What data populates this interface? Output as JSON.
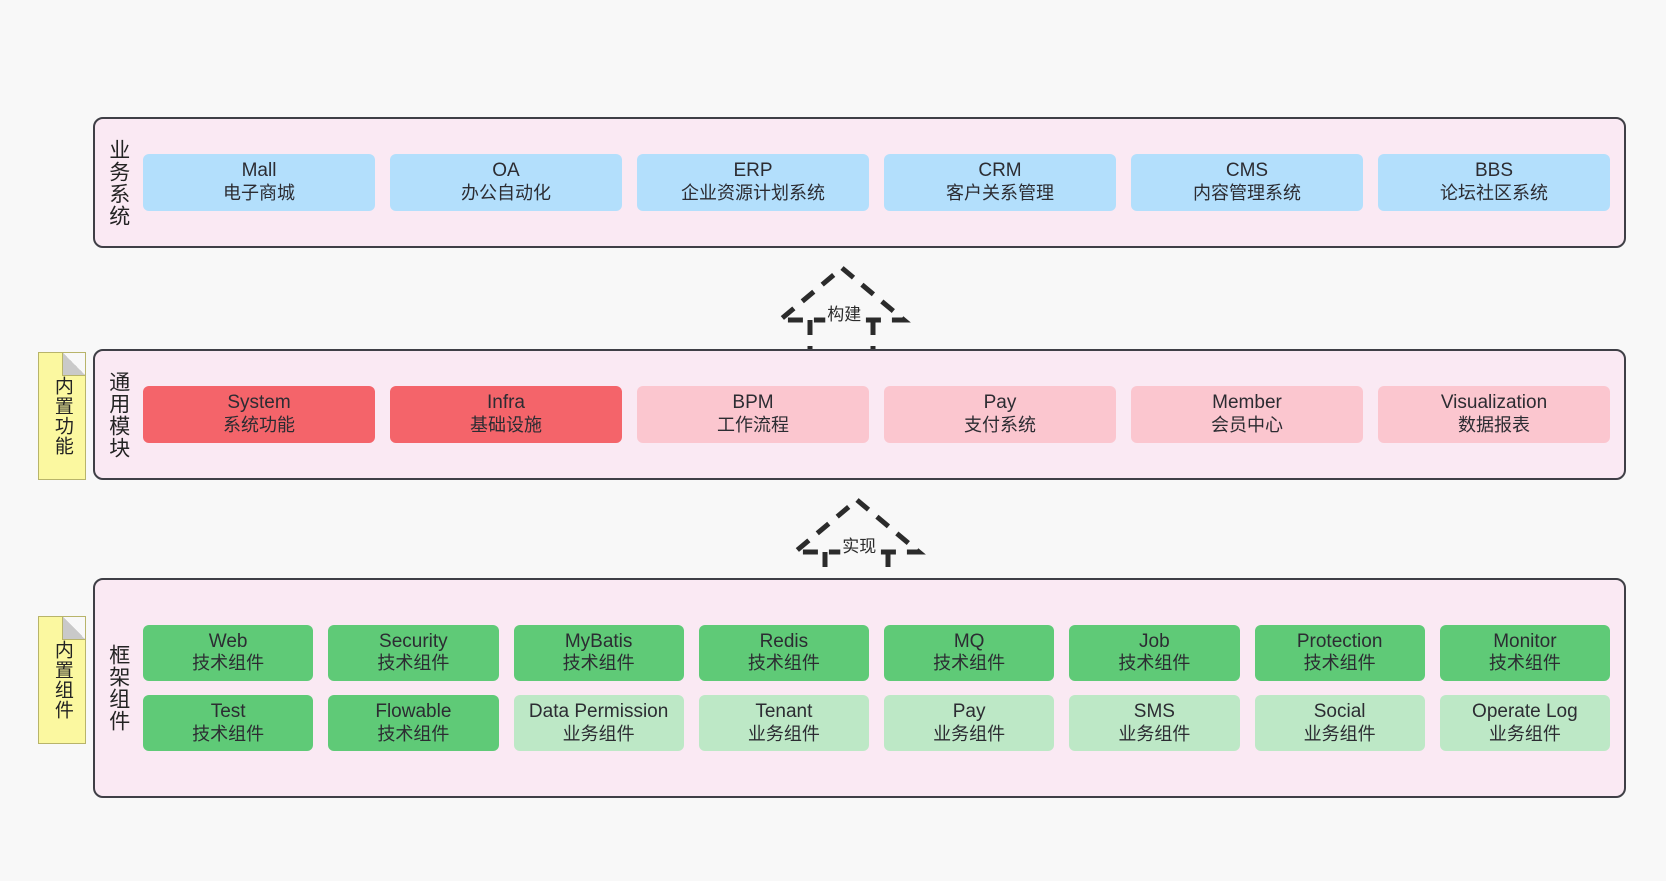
{
  "layers": [
    {
      "id": "business-systems",
      "label": "业务系统",
      "color": "#b3dffc",
      "rows": [
        [
          {
            "name": "Mall",
            "desc": "电子商城",
            "style": "c-blue"
          },
          {
            "name": "OA",
            "desc": "办公自动化",
            "style": "c-blue"
          },
          {
            "name": "ERP",
            "desc": "企业资源计划系统",
            "style": "c-blue"
          },
          {
            "name": "CRM",
            "desc": "客户关系管理",
            "style": "c-blue"
          },
          {
            "name": "CMS",
            "desc": "内容管理系统",
            "style": "c-blue"
          },
          {
            "name": "BBS",
            "desc": "论坛社区系统",
            "style": "c-blue"
          }
        ]
      ]
    },
    {
      "id": "common-modules",
      "label": "通用模块",
      "note": "内置功能",
      "rows": [
        [
          {
            "name": "System",
            "desc": "系统功能",
            "style": "c-red"
          },
          {
            "name": "Infra",
            "desc": "基础设施",
            "style": "c-red"
          },
          {
            "name": "BPM",
            "desc": "工作流程",
            "style": "c-pink"
          },
          {
            "name": "Pay",
            "desc": "支付系统",
            "style": "c-pink"
          },
          {
            "name": "Member",
            "desc": "会员中心",
            "style": "c-pink"
          },
          {
            "name": "Visualization",
            "desc": "数据报表",
            "style": "c-pink"
          }
        ]
      ]
    },
    {
      "id": "framework-components",
      "label": "框架组件",
      "note": "内置组件",
      "rows": [
        [
          {
            "name": "Web",
            "desc": "技术组件",
            "style": "c-green"
          },
          {
            "name": "Security",
            "desc": "技术组件",
            "style": "c-green"
          },
          {
            "name": "MyBatis",
            "desc": "技术组件",
            "style": "c-green"
          },
          {
            "name": "Redis",
            "desc": "技术组件",
            "style": "c-green"
          },
          {
            "name": "MQ",
            "desc": "技术组件",
            "style": "c-green"
          },
          {
            "name": "Job",
            "desc": "技术组件",
            "style": "c-green"
          },
          {
            "name": "Protection",
            "desc": "技术组件",
            "style": "c-green"
          },
          {
            "name": "Monitor",
            "desc": "技术组件",
            "style": "c-green"
          }
        ],
        [
          {
            "name": "Test",
            "desc": "技术组件",
            "style": "c-green"
          },
          {
            "name": "Flowable",
            "desc": "技术组件",
            "style": "c-green"
          },
          {
            "name": "Data Permission",
            "desc": "业务组件",
            "style": "c-greenlite"
          },
          {
            "name": "Tenant",
            "desc": "业务组件",
            "style": "c-greenlite"
          },
          {
            "name": "Pay",
            "desc": "业务组件",
            "style": "c-greenlite"
          },
          {
            "name": "SMS",
            "desc": "业务组件",
            "style": "c-greenlite"
          },
          {
            "name": "Social",
            "desc": "业务组件",
            "style": "c-greenlite"
          },
          {
            "name": "Operate Log",
            "desc": "业务组件",
            "style": "c-greenlite"
          }
        ]
      ]
    }
  ],
  "connectors": [
    {
      "id": "build",
      "label": "构建"
    },
    {
      "id": "implement",
      "label": "实现"
    }
  ],
  "colors": {
    "band_background": "#fae9f3",
    "band_border": "#3f3f46",
    "note_background": "#fbf8a0",
    "canvas": "#f8f8f8",
    "blue": "#b3dffc",
    "red": "#f4646a",
    "pink": "#fbc6cf",
    "green": "#5fca77",
    "green_light": "#bde8c6",
    "text": "#2c2c32"
  }
}
